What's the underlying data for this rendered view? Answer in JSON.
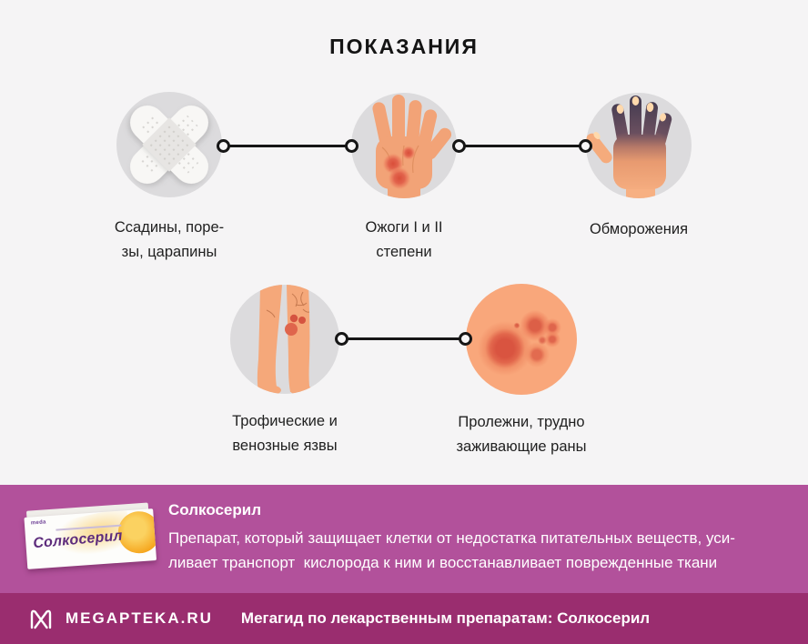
{
  "title": "ПОКАЗАНИЯ",
  "indications": {
    "items": [
      {
        "line1": "Ссадины, поре-",
        "line2": "зы, царапины",
        "icon": "bandage-cross-icon"
      },
      {
        "line1": "Ожоги I и II",
        "line2": "степени",
        "icon": "burned-palm-icon"
      },
      {
        "line1": "Обморожения",
        "line2": "",
        "icon": "frostbitten-hand-icon"
      },
      {
        "line1": "Трофические и",
        "line2": "венозные язвы",
        "icon": "leg-ulcers-icon"
      },
      {
        "line1": "Пролежни, трудно",
        "line2": "заживающие раны",
        "icon": "pressure-wound-icon"
      }
    ]
  },
  "product": {
    "name": "Солкосерил",
    "description_line1": "Препарат, который защищает клетки от недостатка питательных веществ, уси-",
    "description_line2": "ливает транспорт  кислорода к ним и восстанавливает поврежденные ткани",
    "package": {
      "brand": "Солкосерил",
      "maker": "meda"
    }
  },
  "footer": {
    "brand": "MEGAPTEKA.RU",
    "tagline": "Мегагид по лекарственным препаратам: Солкосерил"
  },
  "colors": {
    "page_bg": "#f5f4f5",
    "band_bg": "#b2519b",
    "footer_bg": "#9a2d6f",
    "circle_gray": "#dcdbdd",
    "text_dark": "#212121",
    "text_light": "#ffffff",
    "skin": "#f4a678",
    "wound_red": "#dc5a44",
    "connector_black": "#161616",
    "package_brand_purple": "#5d2c7c"
  }
}
